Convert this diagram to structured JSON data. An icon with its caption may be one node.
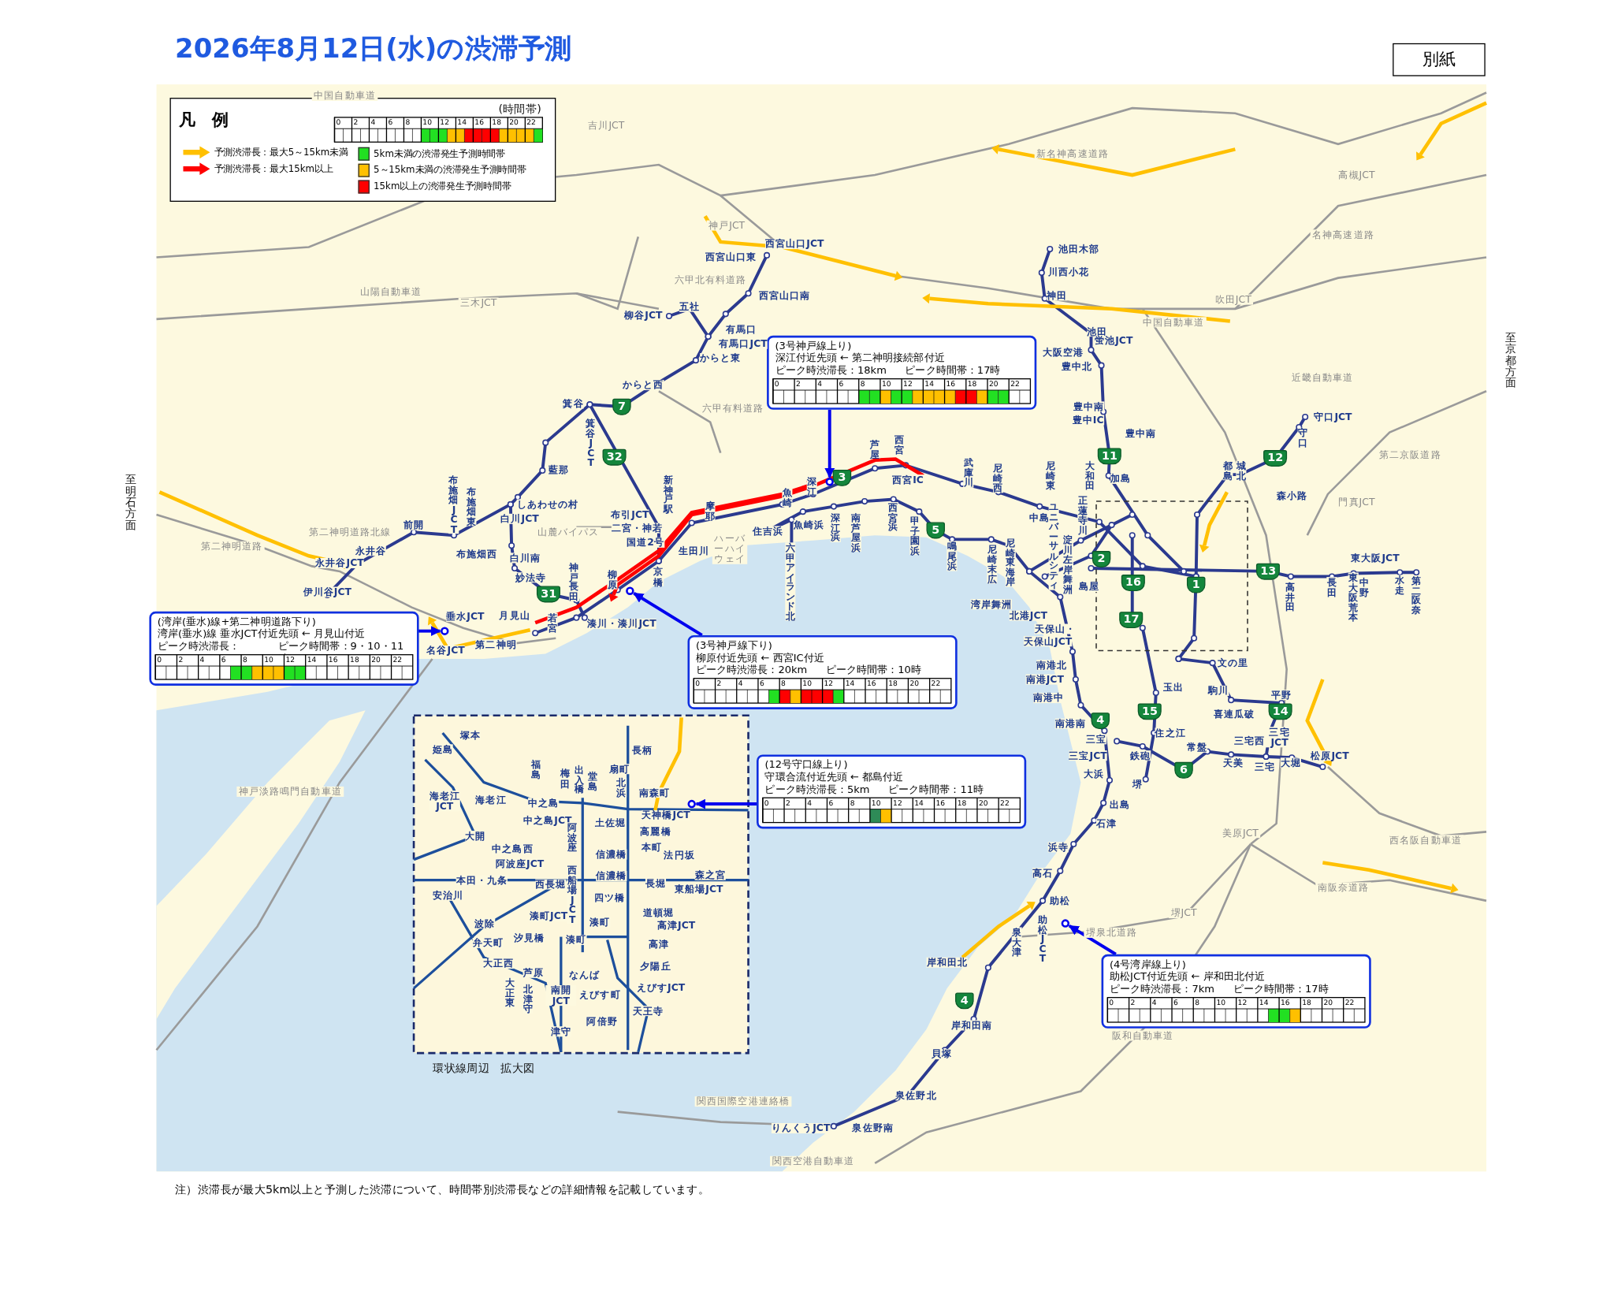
{
  "diagram": {
    "title": "2026年8月12日(水)の渋滞予測",
    "caption": "注）渋滞長が最大5km以上と予測した渋滞について、時間帯別渋滞長などの詳細情報を記載しています。",
    "nodes": [
      {
        "text": [
          "別紙"
        ]
      },
      {
        "text": [
          "(3号神戸線上り)",
          "深江付近先頭 ← 第二神明接続部付近",
          "ピーク時渋滞長：18km",
          "ピーク時間帯：17時"
        ]
      },
      {
        "text": [
          "(湾岸(垂水)線+第二神明道路下り)",
          "湾岸(垂水)線 垂水JCT付近先頭 ← 月見山付近",
          "ピーク時渋滞長：7km",
          "ピーク時間帯：9・10・11時"
        ]
      },
      {
        "text": [
          "(3号神戸線下り)",
          "柳原付近先頭 ← 西宮IC付近",
          "ピーク時渋滞長：20km",
          "ピーク時間帯：10時"
        ]
      },
      {
        "text": [
          "(12号守口線上り)",
          "守環合流付近先頭 ← 都島付近",
          "ピーク時渋滞長：5km",
          "ピーク時間帯：11時"
        ]
      },
      {
        "text": [
          "(4号湾岸線上り)",
          "助松JCT付近先頭 ← 岸和田北付近",
          "ピーク時渋滞長：7km",
          "ピーク時間帯：17時"
        ]
      },
      {
        "text": [],
        "shape": "circle"
      },
      {
        "text": [],
        "shape": "circle"
      },
      {
        "text": [],
        "shape": "circle"
      },
      {
        "text": [],
        "shape": "circle"
      },
      {
        "text": [],
        "shape": "circle"
      }
    ],
    "edges": [
      {
        "from": 1,
        "to": 6,
        "arrow": "to"
      },
      {
        "from": 2,
        "to": 7,
        "arrow": "to"
      },
      {
        "from": 3,
        "to": 8,
        "arrow": "to"
      },
      {
        "from": 4,
        "to": 9,
        "arrow": "to"
      },
      {
        "from": 5,
        "to": 10,
        "arrow": "to"
      }
    ],
    "labels": [
      "凡　例",
      "(時間帯)",
      "0",
      "2",
      "4",
      "6",
      "8",
      "10",
      "12",
      "14",
      "16",
      "18",
      "20",
      "22",
      "中国自動車道",
      "吉川JCT",
      "神戸JCT",
      "新名神高速道路",
      "高槻JCT",
      "名神高速道路",
      "山陽自動車道",
      "三木JCT",
      "六甲北有料道路",
      "吹田JCT",
      "中国自動車道",
      "近畿自動車道",
      "六甲有料道路",
      "第二京阪道路",
      "門真JCT",
      "第二神明道路北線",
      "第二神明道路",
      "山麓バイパス",
      "ハーバーハイウェイ",
      "神戸淡路鳴門自動車道",
      "美原JCT",
      "西名阪自動車道",
      "南阪奈道路",
      "堺JCT",
      "堺泉北道路",
      "阪和自動車道",
      "関西国際空港連絡橋",
      "関西空港自動車道",
      "至明石方面",
      "至京都方面",
      "西宮山口JCT",
      "西宮山口東",
      "西宮山口南",
      "柳谷JCT",
      "五社",
      "有馬口",
      "有馬口JCT",
      "からと東",
      "からと西",
      "箕谷",
      "箕谷JCT",
      "藍那",
      "しあわせの村",
      "白川JCT",
      "布施畑JCT",
      "布施畑東",
      "前開",
      "永井谷",
      "永井谷JCT",
      "伊川谷JCT",
      "布施畑西",
      "白川南",
      "妙法寺",
      "神戸長田",
      "垂水JCT",
      "月見山",
      "若宮",
      "名谷JCT",
      "第二神明",
      "湊川・湊川JCT",
      "柳原",
      "京橋",
      "新神戸駅",
      "布引JCT",
      "二宮・神若",
      "国道2号",
      "生田川",
      "摩耶",
      "魚崎",
      "深江",
      "芦屋",
      "西宮",
      "西宮IC",
      "住吉浜",
      "魚崎浜",
      "六甲アイランド北",
      "深江浜",
      "南芦屋浜",
      "西宮浜",
      "甲子園浜",
      "鳴尾浜",
      "武庫川",
      "尼崎西",
      "尼崎東",
      "尼崎末広",
      "尼崎東海岸",
      "大和田",
      "中島",
      "ユニバーサルシティ",
      "淀川左岸舞洲",
      "正蓮寺川",
      "島屋",
      "湾岸舞洲",
      "北港JCT",
      "天保山・",
      "天保山JCT",
      "池田木部",
      "川西小花",
      "神田",
      "池田",
      "蛍池JCT",
      "大阪空港",
      "豊中北",
      "豊中南",
      "豊中IC",
      "豊中南",
      "加島",
      "守口JCT",
      "守口",
      "都島",
      "城北",
      "森小路",
      "東大阪JCT",
      "高井田",
      "長田",
      "東大阪荒本",
      "中野",
      "水走",
      "第二阪奈",
      "南港北",
      "文の里",
      "南港JCT",
      "南港中",
      "玉出",
      "駒川",
      "平野",
      "喜連瓜破",
      "三宅JCT",
      "南港南",
      "三宝",
      "三宝JCT",
      "住之江",
      "常盤",
      "三宅西",
      "鉄砲",
      "天美",
      "三宅",
      "大堀",
      "松原JCT",
      "大浜",
      "堺",
      "出島",
      "石津",
      "浜寺",
      "高石",
      "助松",
      "助松JCT",
      "泉大津",
      "岸和田北",
      "岸和田南",
      "貝塚",
      "泉佐野北",
      "りんくうJCT",
      "泉佐野南",
      "塚本",
      "姫島",
      "福島",
      "梅田",
      "出入橋",
      "堂島",
      "長柄",
      "扇町",
      "北浜",
      "南森町",
      "海老江JCT",
      "海老江",
      "中之島",
      "中之島JCT",
      "土佐堀",
      "天神橋JCT",
      "高麗橋",
      "大開",
      "本町",
      "阿波座",
      "中之島西",
      "法円坂",
      "阿波座JCT",
      "信濃橋",
      "森之宮",
      "本田・九条",
      "西長堀",
      "西船場JCT",
      "信濃橋",
      "長堀",
      "東船場JCT",
      "安治川",
      "四ツ橋",
      "波除",
      "湊町JCT",
      "湊町",
      "道頓堀",
      "高津JCT",
      "弁天町",
      "汐見橋",
      "湊町",
      "高津",
      "大正西",
      "夕陽丘",
      "芦原",
      "なんば",
      "南開JCT",
      "大正東",
      "北津守",
      "えびす町",
      "えびすJCT",
      "天王寺",
      "阿倍野",
      "津守",
      "環状線周辺　拡大図",
      "7",
      "32",
      "3",
      "31",
      "5",
      "11",
      "12",
      "2",
      "16",
      "1",
      "13",
      "17",
      "4",
      "15",
      "14",
      "6",
      "4",
      "0",
      "2",
      "4",
      "6",
      "8",
      "10",
      "12",
      "14",
      "16",
      "18",
      "20",
      "22",
      "0",
      "2",
      "4",
      "6",
      "8",
      "10",
      "12",
      "14",
      "16",
      "18",
      "20",
      "22",
      "0",
      "2",
      "4",
      "6",
      "8",
      "10",
      "12",
      "14",
      "16",
      "18",
      "20",
      "22",
      "0",
      "2",
      "4",
      "6",
      "8",
      "10",
      "12",
      "14",
      "16",
      "18",
      "20",
      "22",
      "0",
      "2",
      "4",
      "6",
      "8",
      "10",
      "12",
      "14",
      "16",
      "18",
      "20",
      "22"
    ],
    "legend": [
      {
        "text": "予測渋滞長：最大5～15km未満"
      },
      {
        "text": "予測渋滞長：最大15km以上"
      },
      {
        "text": "5km未満の渋滞発生予測時間帯",
        "color": "#22e022"
      },
      {
        "text": "5～15km未満の渋滞発生予測時間帯",
        "color": "#ffc000"
      },
      {
        "text": "15km以上の渋滞発生予測時間帯",
        "color": "#ff0000"
      }
    ]
  }
}
